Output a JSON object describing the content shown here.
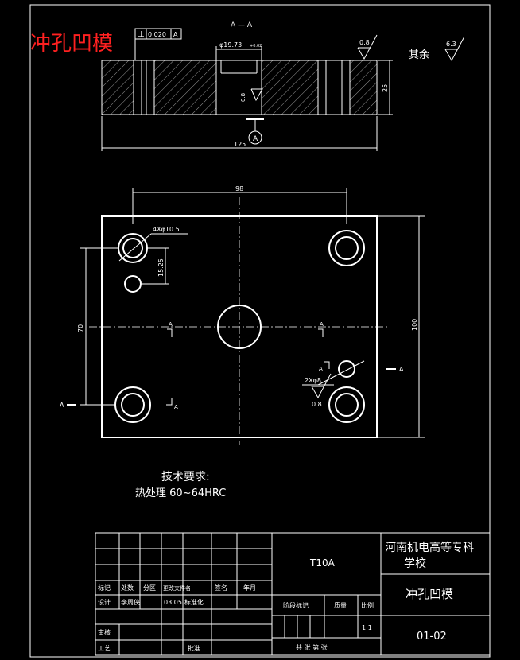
{
  "drawing": {
    "watermark_title": "冲孔凹模",
    "section_label": "A — A",
    "flatness_symbol": "⊥",
    "flatness_value": "0.020",
    "flatness_datum": "A",
    "hole_diameter": "φ19.73",
    "hole_tol": "+0.02",
    "roughness_top": "0.8",
    "roughness_hole": "0.8",
    "roughness_rest_label": "其余",
    "roughness_rest_value": "6.3",
    "datum_letter": "A",
    "dim_thickness": "25",
    "dim_length_section": "125",
    "dim_width_top": "98",
    "dim_hole_callout": "4Xφ10.5",
    "dim_pitch": "15.25",
    "dim_left_70": "70",
    "dim_right_100": "100",
    "dim_pin_holes": "2Xφ8",
    "roughness_pin": "0.8",
    "cut_a_left": "A",
    "cut_a_right": "A",
    "cut_a_far": "A",
    "cut_a_inner1": "A",
    "cut_a_inner2": "A",
    "cut_a_inner3": "A",
    "cut_a_inner4": "A"
  },
  "notes": {
    "title": "技术要求:",
    "line1": "热处理 60~64HRC"
  },
  "title_block": {
    "material": "T10A",
    "school_line1": "河南机电高等专科",
    "school_line2": "学校",
    "part_name": "冲孔凹模",
    "drawing_no": "01-02",
    "mark": "标记",
    "count": "处数",
    "zone": "分区",
    "change_doc": "更改文件名",
    "sign": "签名",
    "date": "年月",
    "designer_label": "设计",
    "designer_name": "李周侠",
    "designer_date": "03.05",
    "standardize": "标准化",
    "stage_mark": "阶段标记",
    "weight": "质量",
    "scale": "比例",
    "scale_value": "1:1",
    "review": "审核",
    "process": "工艺",
    "approve": "批准",
    "sheets": "共  张  第  张"
  }
}
